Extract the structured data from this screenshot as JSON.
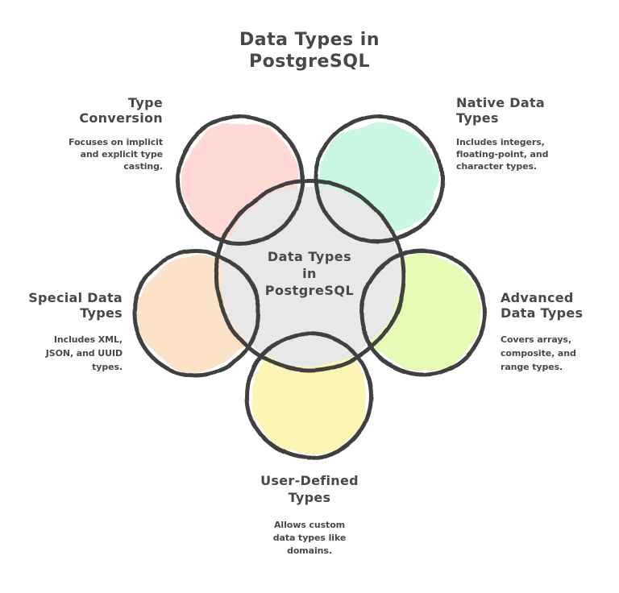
{
  "title": "Data Types in\nPostgreSQL",
  "colors": {
    "stroke": "#414141",
    "text": "#484848",
    "background": "#ffffff",
    "center_fill": "#e8e8e8"
  },
  "center": {
    "label": "Data Types\nin\nPostgreSQL"
  },
  "nodes": [
    {
      "id": "type-conversion",
      "label": "Type\nConversion",
      "description": "Focuses on implicit\nand explicit type\ncasting.",
      "fill": "#fed9d6"
    },
    {
      "id": "native-data-types",
      "label": "Native Data\nTypes",
      "description": "Includes integers,\nfloating-point, and\ncharacter types.",
      "fill": "#c9f7e1"
    },
    {
      "id": "advanced-data-types",
      "label": "Advanced\nData Types",
      "description": "Covers arrays,\ncomposite, and\nrange types.",
      "fill": "#e5fbb3"
    },
    {
      "id": "user-defined-types",
      "label": "User-Defined\nTypes",
      "description": "Allows custom\ndata types like\ndomains.",
      "fill": "#fdf5b4"
    },
    {
      "id": "special-data-types",
      "label": "Special Data\nTypes",
      "description": "Includes XML,\nJSON, and UUID\ntypes.",
      "fill": "#fce2c7"
    }
  ]
}
